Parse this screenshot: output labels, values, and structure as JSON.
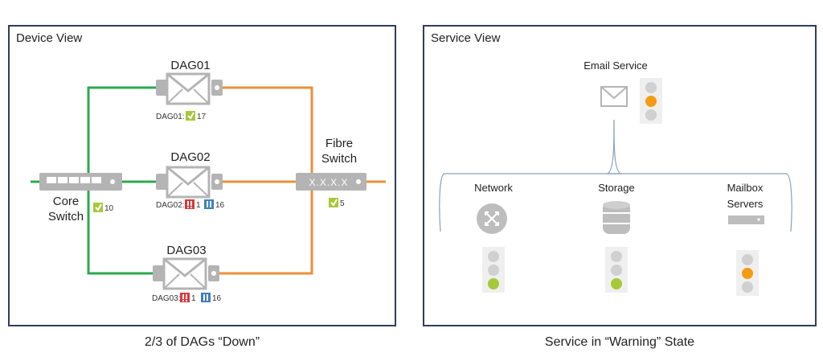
{
  "device_view": {
    "title": "Device View",
    "caption": "2/3 of DAGs “Down”",
    "nodes": {
      "dag01": {
        "label": "DAG01",
        "status_prefix": "DAG01:",
        "ok_count": "17"
      },
      "dag02": {
        "label": "DAG02",
        "status_prefix": "DAG02:",
        "critical_count": "1",
        "paused_count": "16"
      },
      "dag03": {
        "label": "DAG03",
        "status_prefix": "DAG03:",
        "critical_count": "1",
        "paused_count": "16"
      },
      "core_switch": {
        "label_line1": "Core",
        "label_line2": "Switch",
        "ok_count": "10"
      },
      "fibre_switch": {
        "label_line1": "Fibre",
        "label_line2": "Switch",
        "display": "X.X.X.X",
        "ok_count": "5"
      }
    }
  },
  "service_view": {
    "title": "Service View",
    "caption": "Service in “Warning” State",
    "email_service": {
      "label": "Email Service",
      "status": "warning"
    },
    "children": [
      {
        "label_line1": "Network",
        "label_line2": "",
        "status": "ok"
      },
      {
        "label_line1": "Storage",
        "label_line2": "",
        "status": "ok"
      },
      {
        "label_line1": "Mailbox",
        "label_line2": "Servers",
        "status": "warning"
      }
    ]
  },
  "colors": {
    "green_link": "#2fa84f",
    "orange_link": "#e8913a",
    "panel_border": "#2f3e5b",
    "ok": "#a6c93a",
    "warning": "#f39c12",
    "critical": "#d9383a",
    "paused": "#3f7fbf",
    "light_off": "#d0d0d0",
    "device_gray": "#b4b4b4"
  }
}
